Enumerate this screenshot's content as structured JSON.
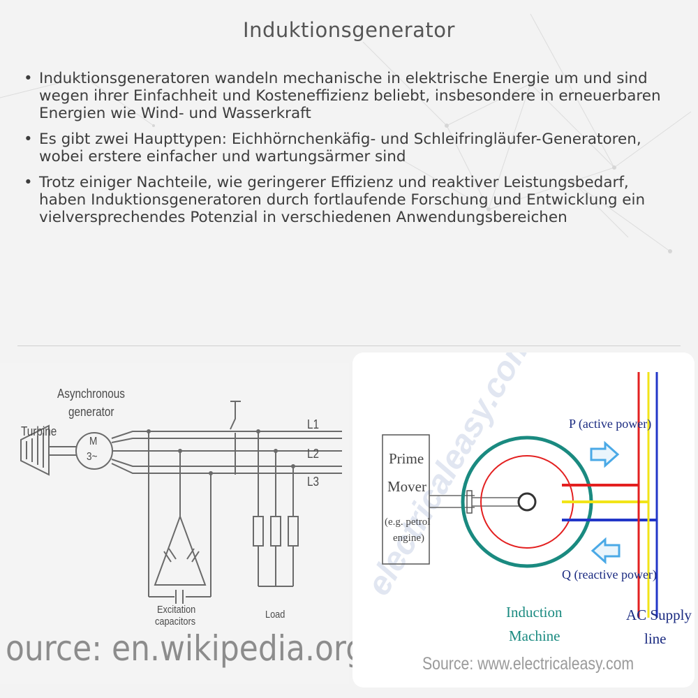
{
  "title": "Induktionsgenerator",
  "bullets": [
    "Induktionsgeneratoren wandeln mechanische in elektrische Energie um und sind wegen ihrer Einfachheit und Kosteneffizienz beliebt, insbesondere in erneuerbaren Energien wie Wind- und Wasserkraft",
    "Es gibt zwei Haupttypen: Eichhörnchenkäfig- und Schleifringläufer-Generatoren, wobei erstere einfacher und wartungsärmer sind",
    "Trotz einiger Nachteile, wie geringerer Effizienz und reaktiver Leistungsbedarf, haben Induktionsgeneratoren durch fortlaufende Forschung und Entwicklung ein vielversprechendes Potenzial in verschiedenen Anwendungsbereichen"
  ],
  "left_diagram": {
    "asynchronous_label": "Asynchronous",
    "generator_label": "generator",
    "turbine_label": "Turbine",
    "motor_m": "M",
    "motor_phase": "3~",
    "l1": "L1",
    "l2": "L2",
    "l3": "L3",
    "excitation_label": "Excitation",
    "capacitors_label": "capacitors",
    "load_label": "Load",
    "source": "ource: en.wikipedia.org"
  },
  "right_diagram": {
    "prime": "Prime",
    "mover": "Mover",
    "eg_petrol": "(e.g. petrol",
    "engine": "engine)",
    "p_label": "P (active power)",
    "q_label": "Q (reactive power)",
    "induction": "Induction",
    "machine": "Machine",
    "ac_supply": "AC Supply",
    "line": "line",
    "watermark": "electricaleasy.com",
    "source": "Source: www.electricaleasy.com"
  },
  "colors": {
    "teal": "#1a8a80",
    "red": "#e32020",
    "yellow": "#f2e418",
    "blue": "#2236c8",
    "arrow": "#4aa9e6",
    "navy": "#1a2a80"
  }
}
